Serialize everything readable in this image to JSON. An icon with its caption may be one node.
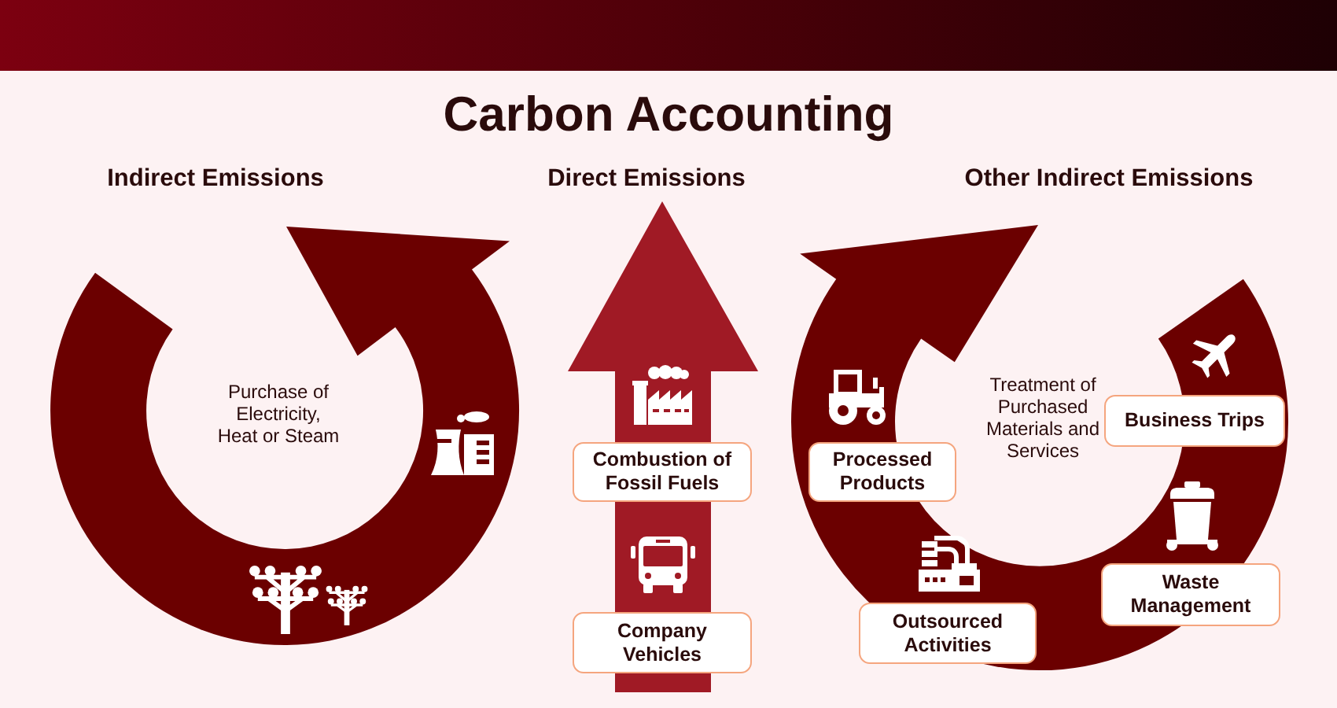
{
  "diagram": {
    "title": "Carbon Accounting",
    "nodes": [
      {
        "text": [
          "Indirect Emissions",
          "Purchase of Electricity, Heat or Steam"
        ]
      },
      {
        "text": [
          "Direct Emissions"
        ]
      },
      {
        "text": [
          "Combustion of Fossil Fuels"
        ],
        "in": 1
      },
      {
        "text": [
          "Company Vehicles"
        ],
        "in": 1
      },
      {
        "text": [
          "Other Indirect Emissions",
          "Treatment of Purchased Materials and Services"
        ]
      },
      {
        "text": [
          "Processed Products"
        ],
        "in": 4
      },
      {
        "text": [
          "Business Trips"
        ],
        "in": 4
      },
      {
        "text": [
          "Waste Management"
        ],
        "in": 4
      },
      {
        "text": [
          "Outsourced Activities"
        ],
        "in": 4
      }
    ]
  }
}
